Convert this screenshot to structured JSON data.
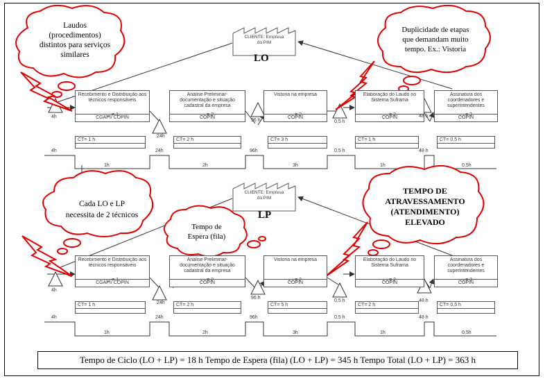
{
  "customer": {
    "line1": "CLIENTE: Empresa",
    "line2": "do PIM"
  },
  "top": {
    "label": "LO",
    "processes": [
      {
        "title": "Recebimento e Distribuição aos técnicos responsáveis",
        "ops": "= 1",
        "owner": "CGAPI/ COPIN"
      },
      {
        "title": "Análise Preliminar- documentação e situação cadastral da empresa",
        "ops": "= 2",
        "owner": "COPIN"
      },
      {
        "title": "Vistoria na empresa",
        "ops": "= 2",
        "owner": "COPIN"
      },
      {
        "title": "Elaboração do Laudo no Sistema Suframa",
        "ops": "= 2",
        "owner": "COPIN"
      },
      {
        "title": "Assinatura dos coordenadores e superintendentes",
        "ops": "= 3",
        "owner": "COPIN"
      }
    ],
    "ct": [
      "CT= 1 h",
      "CT= 2 h",
      "CT= 3 h",
      "CT= 1 h",
      "CT= 0,5 h"
    ],
    "inv": [
      "4h",
      "24h",
      "96 h",
      "0,5 h",
      "48 h"
    ],
    "tl_wait": [
      "4h",
      "24h",
      "96h",
      "0,5 h",
      "48 h"
    ],
    "tl_proc": [
      "1h",
      "2h",
      "3h",
      "1h",
      "0,5h"
    ]
  },
  "bottom": {
    "label": "LP",
    "processes": [
      {
        "title": "Recebimento e Distribuição aos técnicos responsáveis",
        "ops": "= 1",
        "owner": "CGAPI/ COPIN"
      },
      {
        "title": "Análise Preliminar- documentação e situação cadastral da empresa",
        "ops": "= 2",
        "owner": "COPIN"
      },
      {
        "title": "Vistoria na empresa",
        "ops": "= 2",
        "owner": "COPIN"
      },
      {
        "title": "Elaboração do Laudo no Sistema Suframa",
        "ops": "= 2",
        "owner": "COPIN"
      },
      {
        "title": "Assinatura dos coordenadores e superintendentes",
        "ops": "= 3",
        "owner": "COPIN"
      }
    ],
    "ct": [
      "CT= 1 h",
      "CT= 2 h",
      "CT= 5 h",
      "CT= 2 h",
      "CT= 0,5 h"
    ],
    "inv": [
      "4h",
      "24h",
      "96 h",
      "0,5 h",
      "48 h"
    ],
    "tl_wait": [
      "4h",
      "24h",
      "96h",
      "0,5 h",
      "48 h"
    ],
    "tl_proc": [
      "1h",
      "2h",
      "3h",
      "1h",
      "0,5h"
    ]
  },
  "clouds": {
    "laudos": [
      "Laudos",
      "(procedimentos)",
      "distintos para serviços",
      "similares"
    ],
    "dup": [
      "Duplicidade de etapas",
      "que demandam muito",
      "tempo. Ex.: Vistoria"
    ],
    "cada": [
      "Cada LO e LP",
      "necessita de 2 técnicos"
    ],
    "espera": [
      "Tempo de",
      "Espera (fila)"
    ],
    "atraves": [
      "TEMPO DE",
      "ATRAVESSAMENTO",
      "(ATENDIMENTO)",
      "ELEVADO"
    ]
  },
  "summary": "Tempo de Ciclo (LO + LP) = 18 h    Tempo de Espera (fila) (LO + LP) = 345 h    Tempo Total (LO + LP) = 363 h"
}
